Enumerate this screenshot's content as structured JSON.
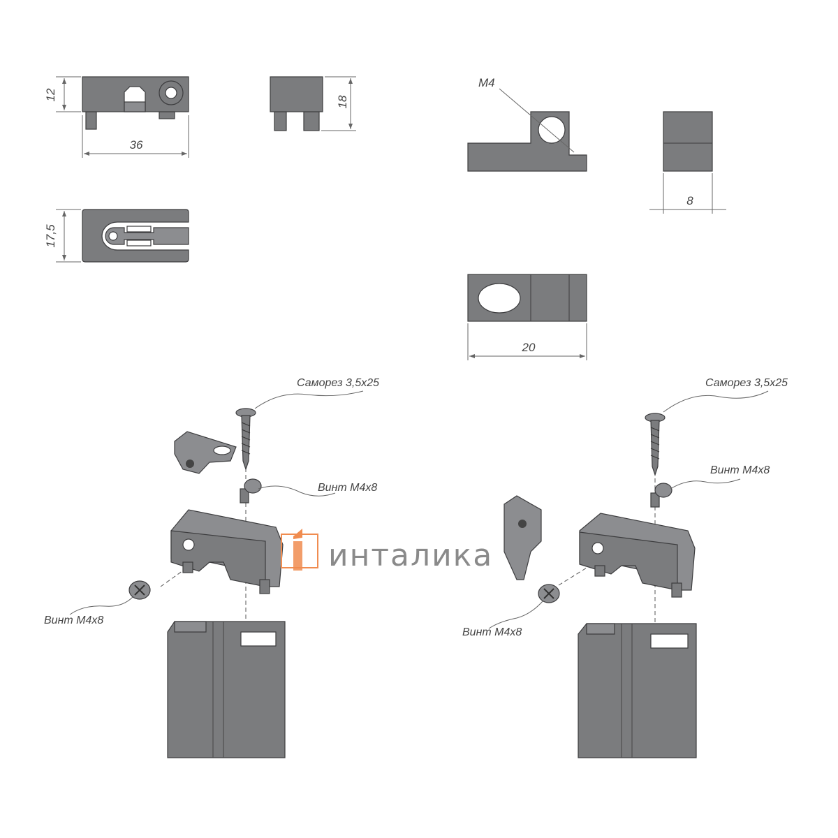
{
  "dimensions": {
    "a_height": "12",
    "a_width": "36",
    "a_side_height": "18",
    "a_top_depth": "17,5",
    "b_thread": "M4",
    "b_side_width": "8",
    "b_bottom_width": "20"
  },
  "labels": {
    "left_screw": "Саморез 3,5x25",
    "left_bolt_top": "Винт M4x8",
    "left_bolt_side": "Винт M4x8",
    "right_screw": "Саморез 3,5x25",
    "right_bolt_top": "Винт M4x8",
    "right_bolt_side": "Винт M4x8"
  },
  "logo": {
    "text": "инталика",
    "color": "#f08c50"
  }
}
